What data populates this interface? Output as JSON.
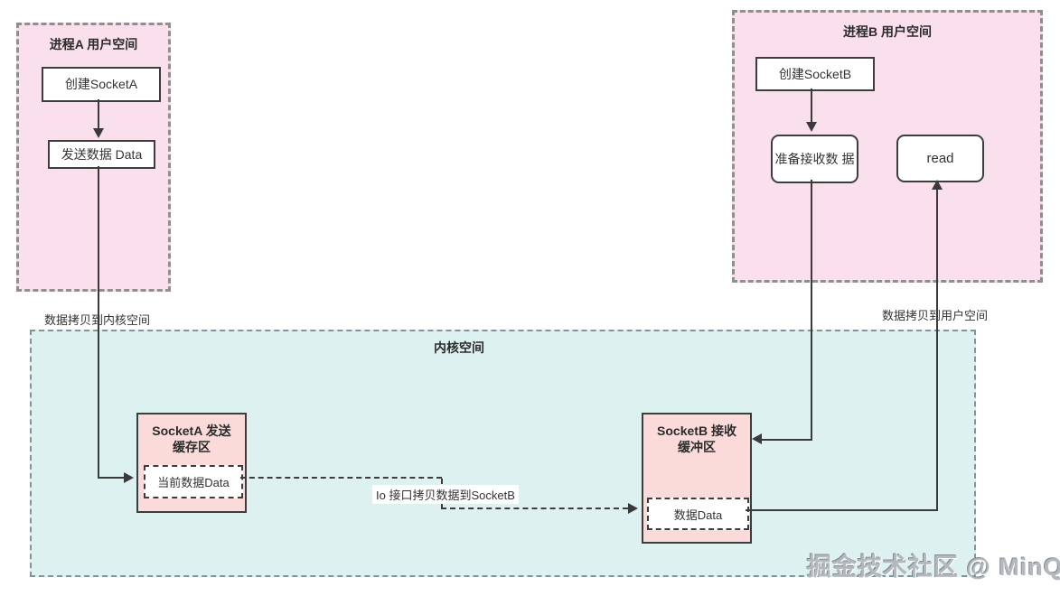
{
  "process_a": {
    "title": "进程A 用户空间",
    "nodes": {
      "create": "创建SocketA",
      "send": "发送数据 Data"
    }
  },
  "process_b": {
    "title": "进程B 用户空间",
    "nodes": {
      "create": "创建SocketB",
      "prepare_lines": [
        "准备接收数",
        "据"
      ],
      "read": "read"
    }
  },
  "kernel": {
    "title": "内核空间",
    "socket_a": {
      "title_lines": [
        "SocketA 发送",
        "缓存区"
      ],
      "data": "当前数据Data"
    },
    "socket_b": {
      "title_lines": [
        "SocketB 接收",
        "缓冲区"
      ],
      "data": "数据Data"
    }
  },
  "edge_labels": {
    "copy_to_kernel": "数据拷贝到内核空间",
    "io_copy": "Io 接口拷贝数据到SocketB",
    "copy_to_user": "数据拷贝到用户空间"
  },
  "watermark": "掘金技术社区 @ MinQ",
  "colors": {
    "process_fill": "#FAE0EC",
    "socket_fill": "#FADBD9",
    "kernel_fill": "#DDF2F0",
    "line": "#3A3A3A",
    "container_border": "#8F8F8F"
  }
}
